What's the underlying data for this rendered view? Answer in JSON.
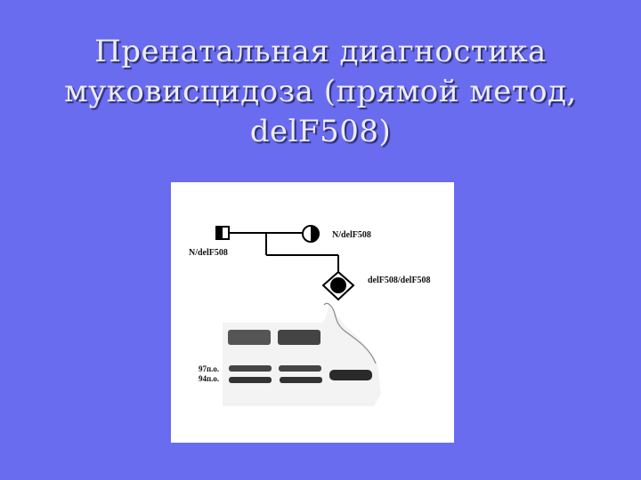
{
  "slide": {
    "title_lines": [
      "Пренатальная диагностика",
      "муковисцидоза (прямой метод,",
      "delF508)"
    ]
  },
  "pedigree": {
    "father_label": "N/delF508",
    "mother_label": "N/delF508",
    "fetus_label": "delF508/delF508"
  },
  "gel": {
    "marker_97": "97п.о.",
    "marker_94": "94п.о."
  }
}
